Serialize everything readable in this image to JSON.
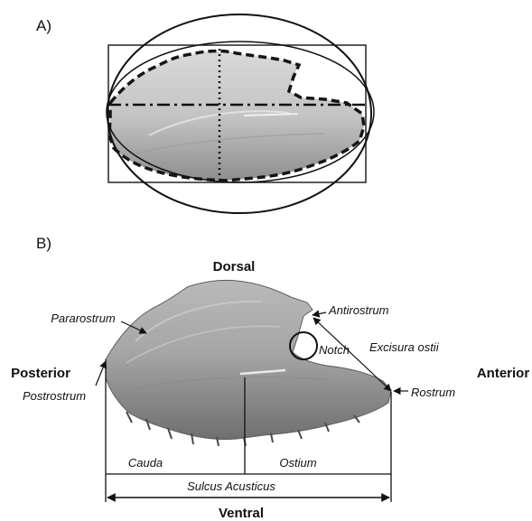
{
  "panels": {
    "a": {
      "label": "A)"
    },
    "b": {
      "label": "B)"
    }
  },
  "orientation": {
    "dorsal": "Dorsal",
    "ventral": "Ventral",
    "posterior": "Posterior",
    "anterior": "Anterior"
  },
  "parts": {
    "pararostrum": "Pararostrum",
    "antirostrum": "Antirostrum",
    "notch": "Notch",
    "excisura": "Excisura ostii",
    "postrostrum": "Postrostrum",
    "rostrum": "Rostrum",
    "cauda": "Cauda",
    "ostium": "Ostium",
    "sulcus": "Sulcus Acusticus"
  }
}
